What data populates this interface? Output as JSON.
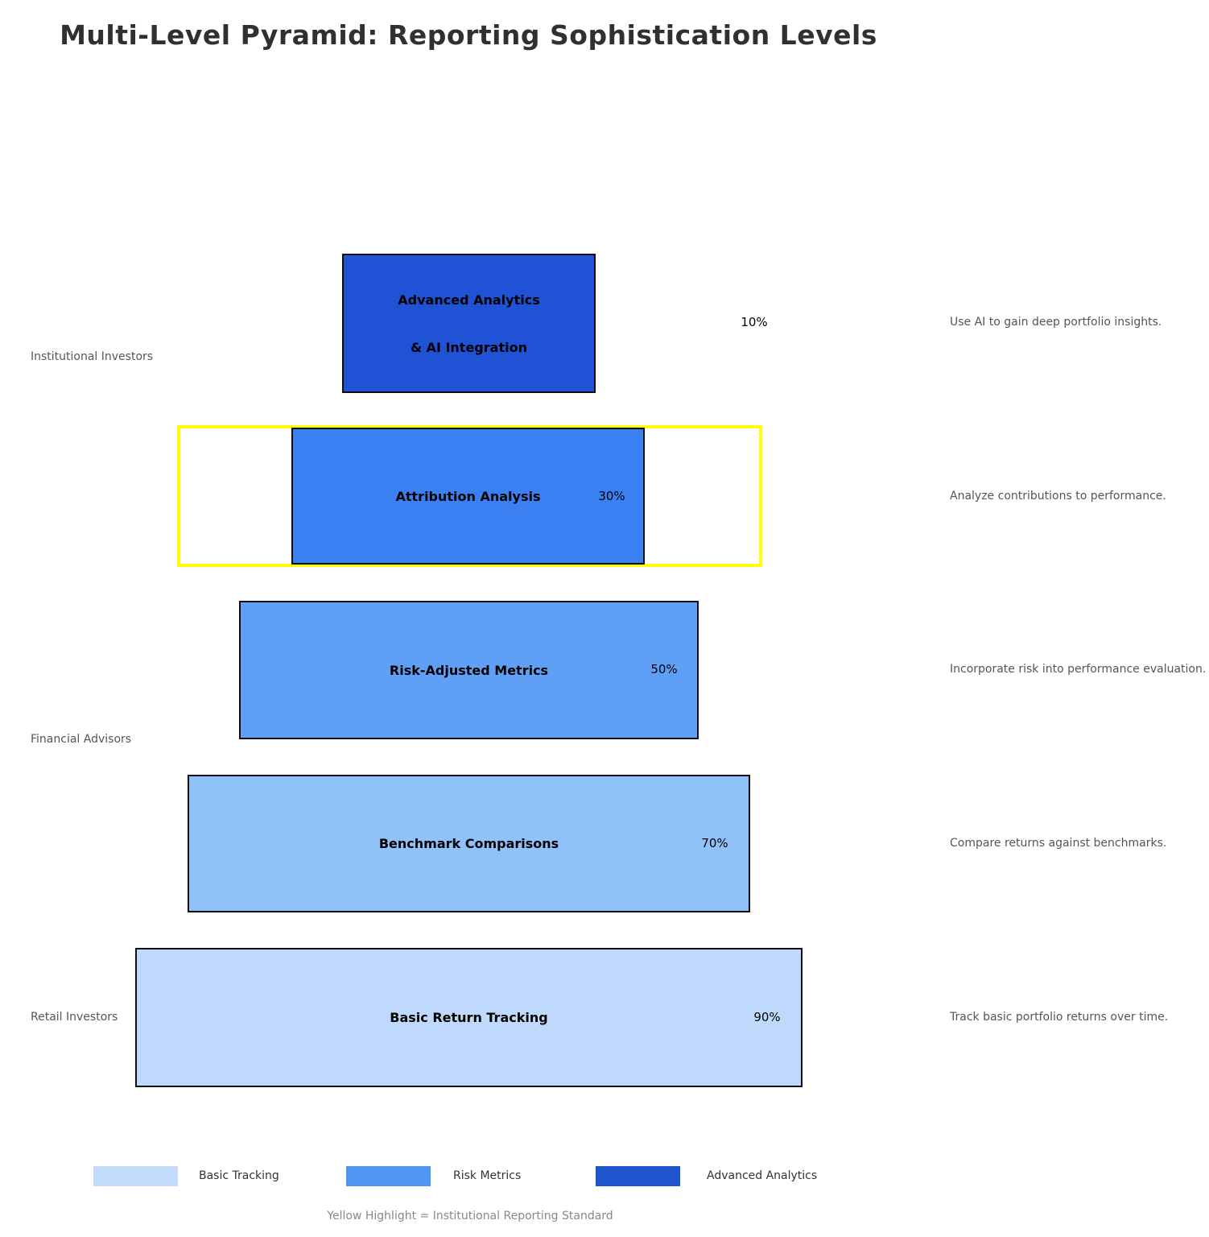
{
  "title": "Multi-Level Pyramid: Reporting Sophistication Levels",
  "chart_data": {
    "type": "pyramid",
    "title": "Multi-Level Pyramid: Reporting Sophistication Levels",
    "orientation": "inverted-funnel, narrow top, centered",
    "legend_position": "bottom",
    "levels": [
      {
        "stage": "Advanced Analytics & AI Integration",
        "label_line1": "Advanced Analytics",
        "label_line2": "& AI Integration",
        "value_pct": 10,
        "pct_label": "10%",
        "audience": "Institutional Investors",
        "description": "Use AI to gain deep portfolio insights.",
        "tier_color": "#2052d6",
        "highlighted": false
      },
      {
        "stage": "Attribution Analysis",
        "value_pct": 30,
        "pct_label": "30%",
        "audience": "Institutional Investors",
        "description": "Analyze contributions to performance.",
        "tier_color": "#3b80f2",
        "highlighted": true
      },
      {
        "stage": "Risk-Adjusted Metrics",
        "value_pct": 50,
        "pct_label": "50%",
        "audience": "Financial Advisors",
        "description": "Incorporate risk into performance evaluation.",
        "tier_color": "#5fa0f6",
        "highlighted": false
      },
      {
        "stage": "Benchmark Comparisons",
        "value_pct": 70,
        "pct_label": "70%",
        "audience": "Financial Advisors",
        "description": "Compare returns against benchmarks.",
        "tier_color": "#90c1f8",
        "highlighted": false
      },
      {
        "stage": "Basic Return Tracking",
        "value_pct": 90,
        "pct_label": "90%",
        "audience": "Retail Investors",
        "description": "Track basic portfolio returns over time.",
        "tier_color": "#bed9fb",
        "highlighted": false
      }
    ],
    "annotations": [
      "Yellow Highlight = Institutional Reporting Standard"
    ]
  },
  "audience_labels": [
    "Institutional Investors",
    "Financial Advisors",
    "Retail Investors"
  ],
  "legend": [
    {
      "label": "Basic Tracking",
      "color": "#c3dcfb"
    },
    {
      "label": "Risk Metrics",
      "color": "#4f96f3"
    },
    {
      "label": "Advanced Analytics",
      "color": "#1e55cc"
    }
  ],
  "footnote": "Yellow Highlight = Institutional Reporting Standard",
  "colors": {
    "highlight_border": "#ffff00",
    "title_text": "#303030",
    "muted_text": "#555555",
    "footnote_text": "#888888",
    "box_border": "#0d0d0d",
    "background": "#ffffff"
  }
}
